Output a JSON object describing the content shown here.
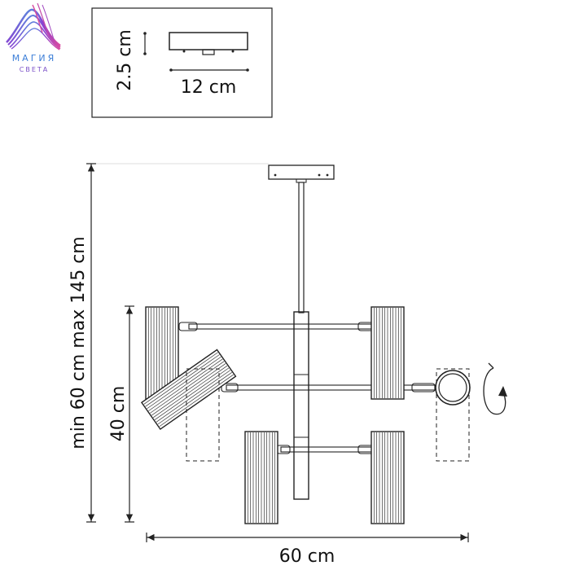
{
  "brand": {
    "name": "МАГИЯ",
    "tagline": "СВЕТА",
    "colors": [
      "#d94aa0",
      "#8a3fd1",
      "#3fb4e6"
    ]
  },
  "inset": {
    "height_label": "2.5 cm",
    "width_label": "12 cm"
  },
  "dimensions": {
    "overall_height": "min 60 cm max 145 cm",
    "body_height": "40 cm",
    "width": "60 cm"
  },
  "icons": {
    "rotate": "rotate-arrow-icon"
  }
}
